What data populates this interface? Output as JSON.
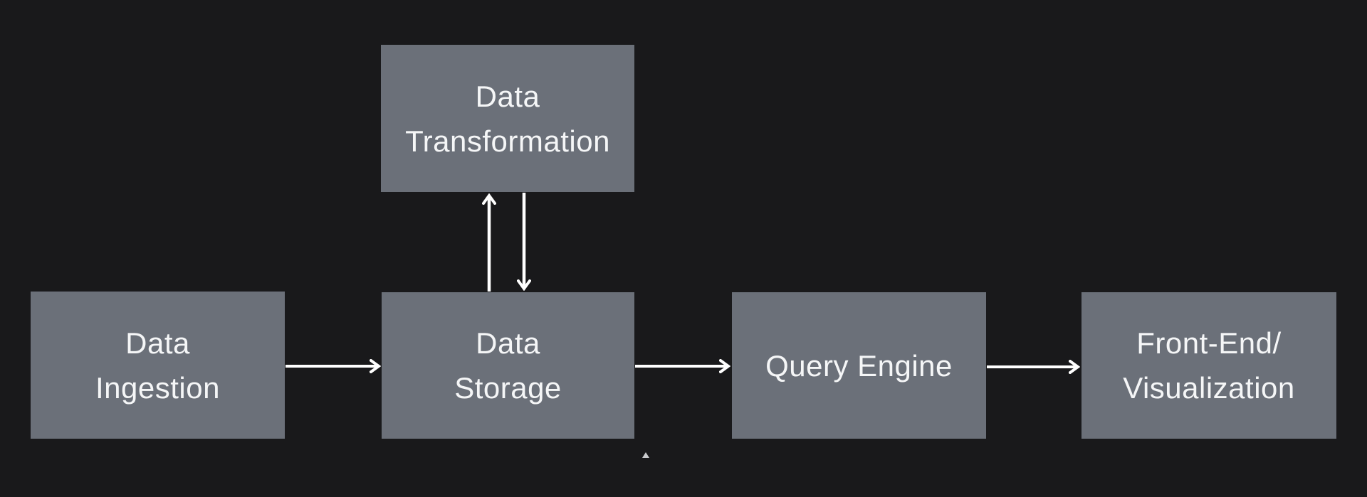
{
  "diagram": {
    "type": "flowchart",
    "colors": {
      "background": "#19191b",
      "node_fill": "#6b7079",
      "node_text": "#f5f6f7",
      "arrow": "#ffffff",
      "caret_mark": "#c9cbce"
    },
    "nodes": {
      "transformation": {
        "label": "Data\nTransformation"
      },
      "ingestion": {
        "label": "Data\nIngestion"
      },
      "storage": {
        "label": "Data\nStorage"
      },
      "query": {
        "label": "Query Engine"
      },
      "frontend": {
        "label": "Front-End/\nVisualization"
      }
    },
    "edges": [
      {
        "from": "Data Ingestion",
        "to": "Data Storage",
        "direction": "right"
      },
      {
        "from": "Data Storage",
        "to": "Data Transformation",
        "direction": "up"
      },
      {
        "from": "Data Transformation",
        "to": "Data Storage",
        "direction": "down"
      },
      {
        "from": "Data Storage",
        "to": "Query Engine",
        "direction": "right"
      },
      {
        "from": "Query Engine",
        "to": "Front-End/Visualization",
        "direction": "right"
      }
    ],
    "marks": {
      "caret": "triangle-up"
    }
  }
}
